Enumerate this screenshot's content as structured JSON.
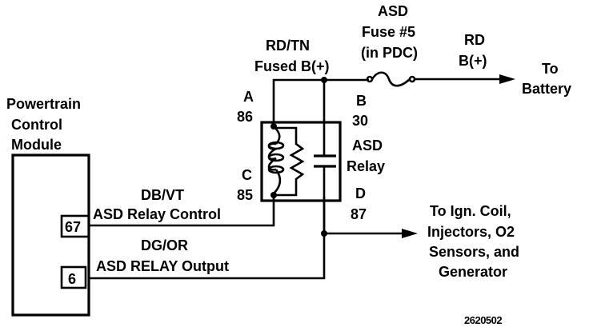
{
  "diagram": {
    "figure_id": "2620502",
    "pcm": {
      "label_lines": [
        "Powertrain",
        "Control",
        "Module"
      ],
      "pins": [
        {
          "pin": "67",
          "wire_color": "DB/VT",
          "circuit": "ASD Relay Control"
        },
        {
          "pin": "6",
          "wire_color": "DG/OR",
          "circuit": "ASD RELAY Output"
        }
      ]
    },
    "relay": {
      "label_lines": [
        "ASD",
        "Relay"
      ],
      "terminals": [
        {
          "letter": "A",
          "number": "86"
        },
        {
          "letter": "B",
          "number": "30"
        },
        {
          "letter": "C",
          "number": "85"
        },
        {
          "letter": "D",
          "number": "87"
        }
      ]
    },
    "feed_wire": {
      "label_lines": [
        "RD/TN",
        "Fused B(+)"
      ]
    },
    "fuse": {
      "label_lines": [
        "ASD",
        "Fuse #5",
        "(in PDC)"
      ]
    },
    "battery_wire": {
      "label_lines": [
        "RD",
        "B(+)"
      ]
    },
    "battery_dest": {
      "label_lines": [
        "To",
        "Battery"
      ]
    },
    "output_dest": {
      "label_lines": [
        "To Ign. Coil,",
        "Injectors, O2",
        "Sensors, and",
        "Generator"
      ]
    }
  }
}
